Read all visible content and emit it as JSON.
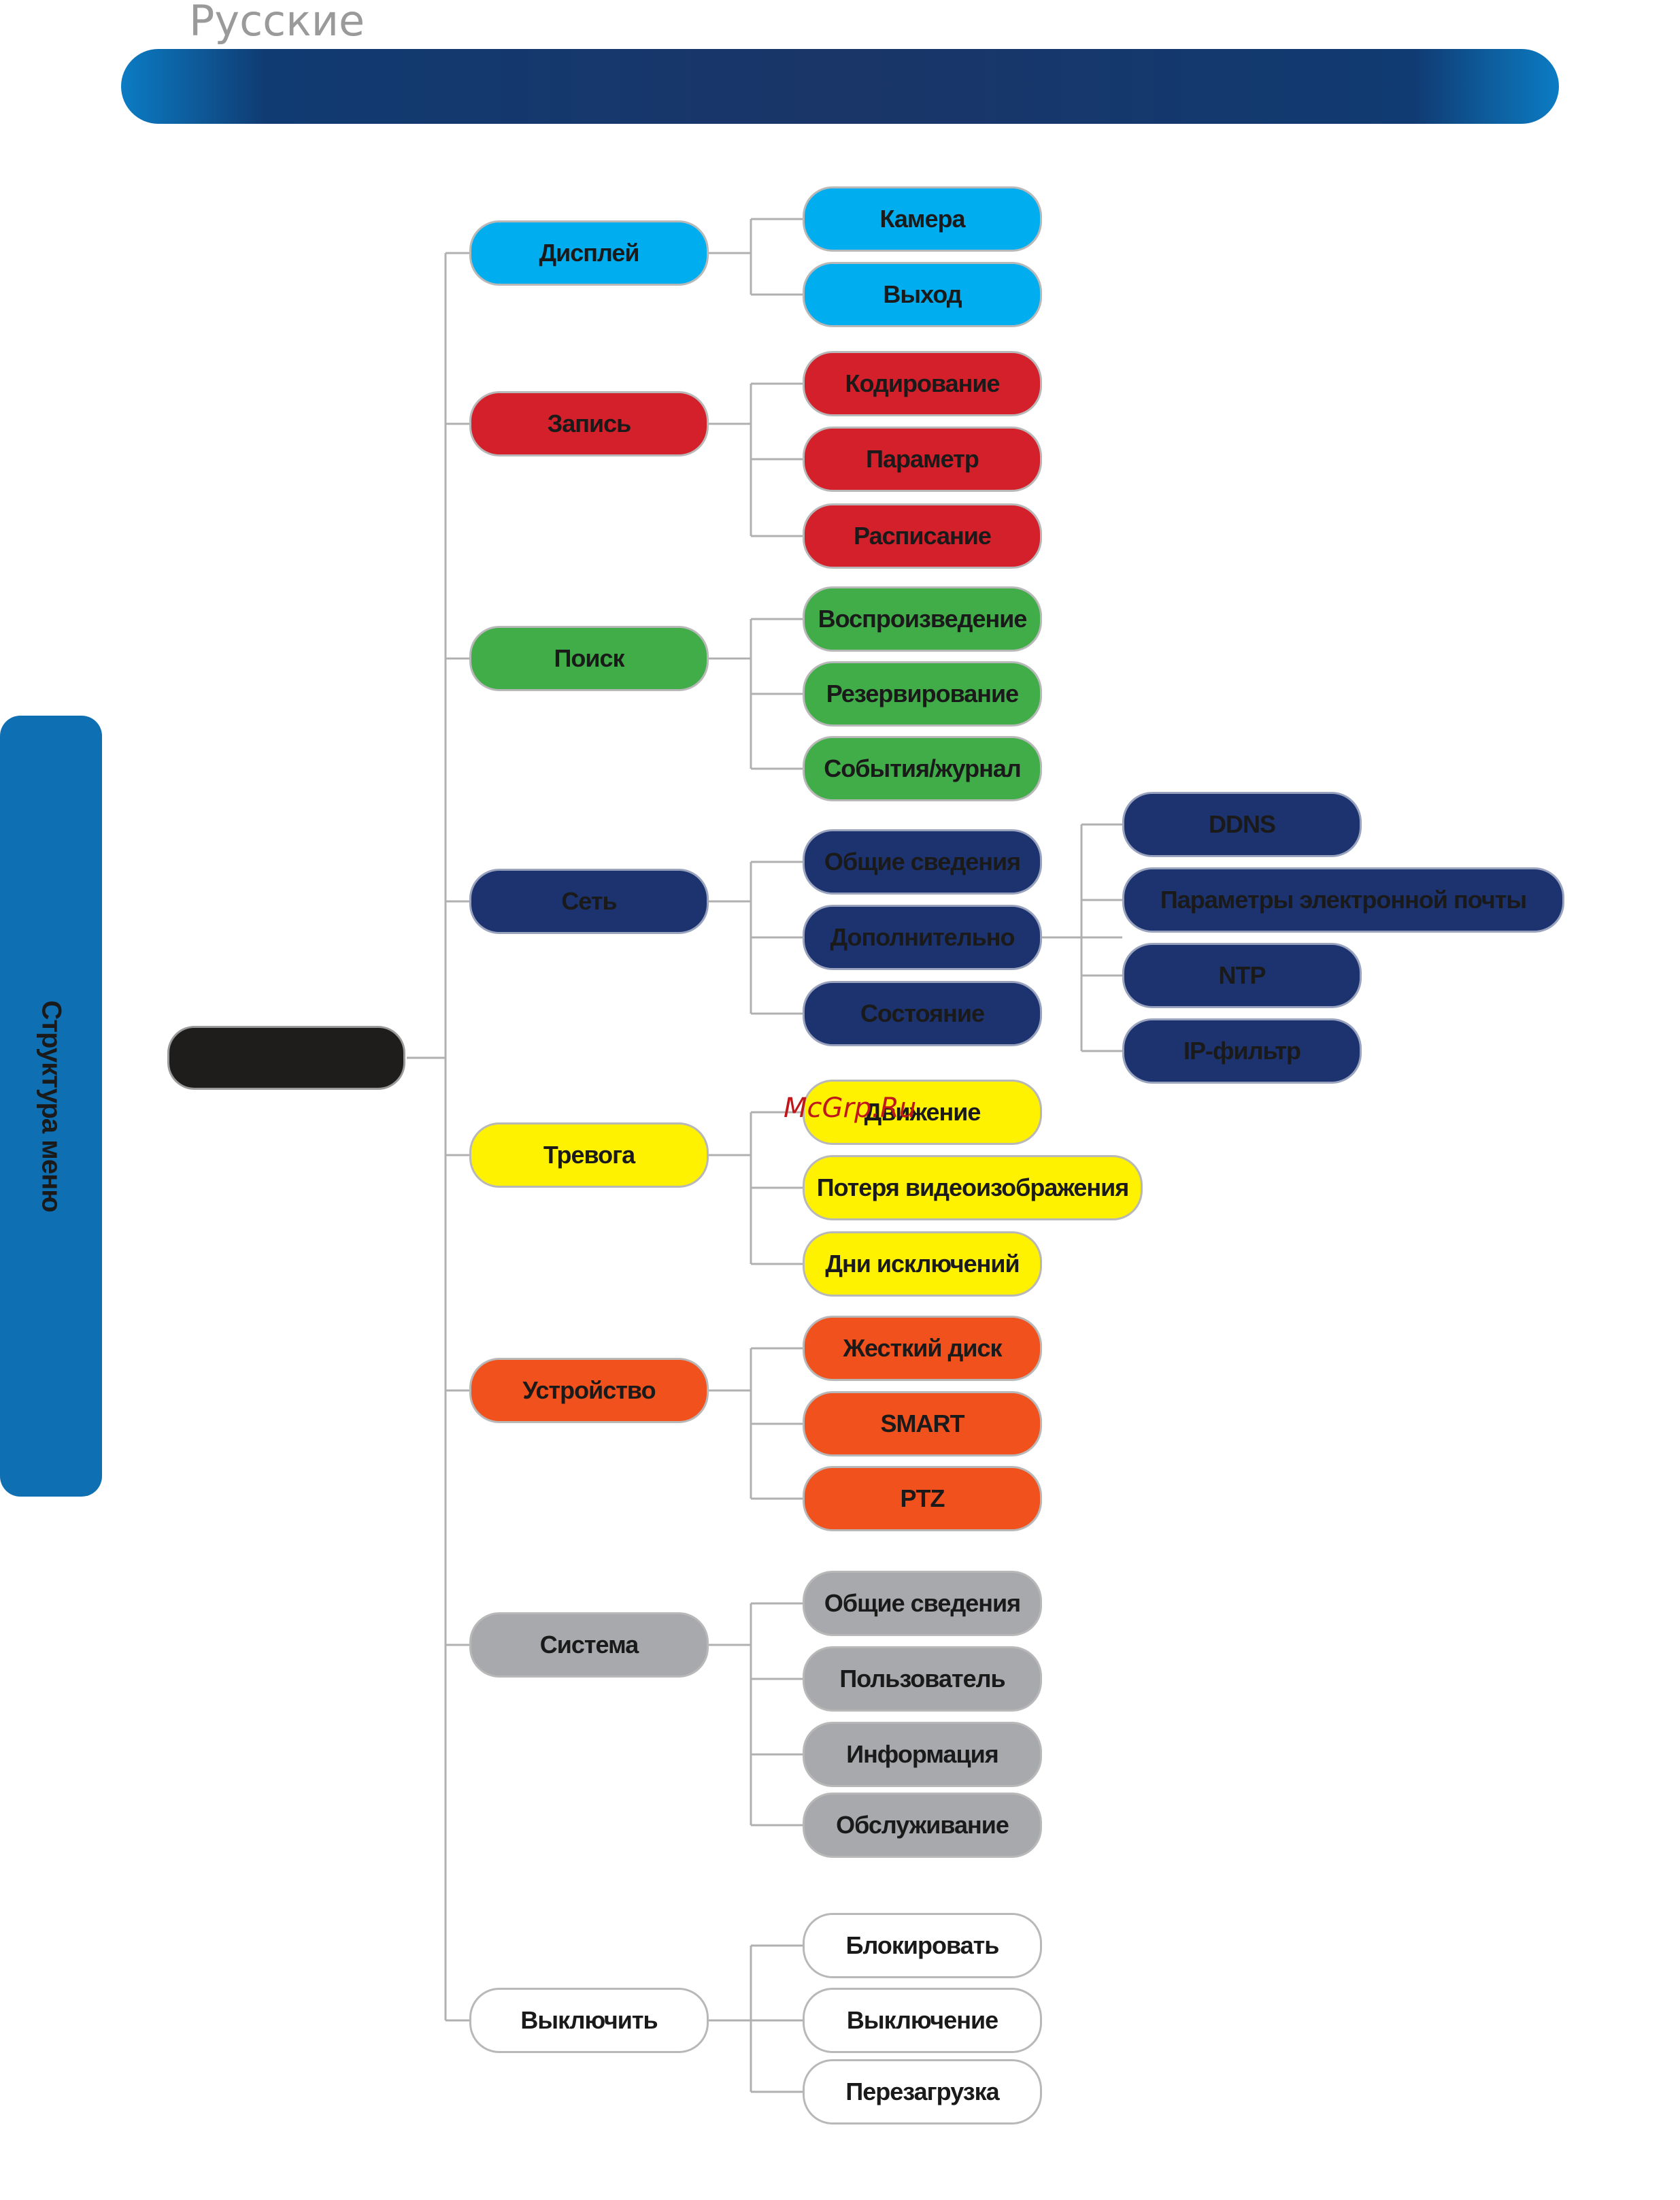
{
  "header": {
    "language": "Русские"
  },
  "sidebar": {
    "title": "Структура меню"
  },
  "watermark": "McGrp.Ru",
  "root": {
    "label": ""
  },
  "colors": {
    "Дисплей": "#00aeef",
    "Запись": "#d3202a",
    "Поиск": "#41ad48",
    "Сеть": "#1c3370",
    "Тревога": "#fff200",
    "Устройство": "#f0511d",
    "Система": "#a7a9ac",
    "Выключить": "#ffffff"
  },
  "menu": [
    {
      "label": "Дисплей",
      "children": [
        {
          "label": "Камера"
        },
        {
          "label": "Выход"
        }
      ]
    },
    {
      "label": "Запись",
      "children": [
        {
          "label": "Кодирование"
        },
        {
          "label": "Параметр"
        },
        {
          "label": "Расписание"
        }
      ]
    },
    {
      "label": "Поиск",
      "children": [
        {
          "label": "Воспроизведение"
        },
        {
          "label": "Резервирование"
        },
        {
          "label": "События/журнал"
        }
      ]
    },
    {
      "label": "Сеть",
      "children": [
        {
          "label": "Общие сведения"
        },
        {
          "label": "Дополнительно",
          "children": [
            {
              "label": "DDNS"
            },
            {
              "label": "Параметры электронной почты"
            },
            {
              "label": "NTP"
            },
            {
              "label": "IP-фильтр"
            }
          ]
        },
        {
          "label": "Состояние"
        }
      ]
    },
    {
      "label": "Тревога",
      "children": [
        {
          "label": "Движение"
        },
        {
          "label": "Потеря видеоизображения"
        },
        {
          "label": "Дни исключений"
        }
      ]
    },
    {
      "label": "Устройство",
      "children": [
        {
          "label": "Жесткий диск"
        },
        {
          "label": "SMART"
        },
        {
          "label": "PTZ"
        }
      ]
    },
    {
      "label": "Система",
      "children": [
        {
          "label": "Общие сведения"
        },
        {
          "label": "Пользователь"
        },
        {
          "label": "Информация"
        },
        {
          "label": "Обслуживание"
        }
      ]
    },
    {
      "label": "Выключить",
      "children": [
        {
          "label": "Блокировать"
        },
        {
          "label": "Выключение"
        },
        {
          "label": "Перезагрузка"
        }
      ]
    }
  ]
}
